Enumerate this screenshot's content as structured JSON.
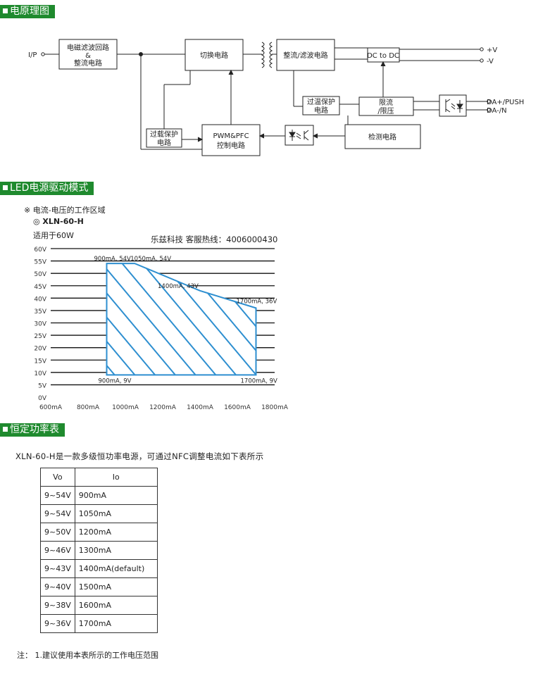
{
  "sections": {
    "block_diagram": "电原理图",
    "led_mode": "LED电源驱动模式",
    "const_power": "恒定功率表"
  },
  "block_diagram": {
    "input": "I/P",
    "emi": [
      "电磁滤波回路",
      "&",
      "整流电路"
    ],
    "switch": "切换电路",
    "rect_filter": "整流/滤波电路",
    "dcdc": "DC to DC",
    "out_pos": "+V",
    "out_neg": "-V",
    "otp": [
      "过温保护",
      "电路"
    ],
    "limit": [
      "限流",
      "/限压"
    ],
    "da_pos": "DA+/PUSH",
    "da_neg": "DA-/N",
    "olp": [
      "过载保护",
      "电路"
    ],
    "pwm": [
      "PWM&PFC",
      "控制电路"
    ],
    "detect": "检测电路"
  },
  "operating_area": {
    "note": "※ 电流-电压的工作区域",
    "model": "◎  XLN-60-H",
    "applies": "适用于60W",
    "contact": "乐兹科技 客服热线：4006000430"
  },
  "chart_data": {
    "type": "area",
    "title": "",
    "xlabel": "",
    "ylabel": "",
    "x_ticks": [
      "600mA",
      "800mA",
      "1000mA",
      "1200mA",
      "1400mA",
      "1600mA",
      "1800mA"
    ],
    "y_ticks": [
      "0V",
      "5V",
      "10V",
      "15V",
      "20V",
      "25V",
      "30V",
      "35V",
      "40V",
      "45V",
      "50V",
      "55V",
      "60V"
    ],
    "xlim": [
      600,
      1800
    ],
    "ylim": [
      0,
      60
    ],
    "region": [
      {
        "x": 900,
        "y": 54
      },
      {
        "x": 1050,
        "y": 54
      },
      {
        "x": 1400,
        "y": 43
      },
      {
        "x": 1700,
        "y": 36
      },
      {
        "x": 1700,
        "y": 9
      },
      {
        "x": 900,
        "y": 9
      }
    ],
    "annotations": [
      {
        "x": 900,
        "y": 54,
        "text": "900mA, 54V"
      },
      {
        "x": 1050,
        "y": 54,
        "text": "1050mA, 54V"
      },
      {
        "x": 1400,
        "y": 43,
        "text": "1400mA, 43V"
      },
      {
        "x": 1700,
        "y": 36,
        "text": "1700mA, 36V"
      },
      {
        "x": 900,
        "y": 9,
        "text": "900mA, 9V"
      },
      {
        "x": 1700,
        "y": 9,
        "text": "1700mA, 9V"
      }
    ],
    "fill_color": "#2e8fd0",
    "grid": true
  },
  "power_table": {
    "intro": "XLN-60-H是一款多级恒功率电源，可通过NFC调整电流如下表所示",
    "headers": [
      "Vo",
      "Io"
    ],
    "rows": [
      [
        "9~54V",
        "900mA"
      ],
      [
        "9~54V",
        "1050mA"
      ],
      [
        "9~50V",
        "1200mA"
      ],
      [
        "9~46V",
        "1300mA"
      ],
      [
        "9~43V",
        "1400mA(default)"
      ],
      [
        "9~40V",
        "1500mA"
      ],
      [
        "9~38V",
        "1600mA"
      ],
      [
        "9~36V",
        "1700mA"
      ]
    ]
  },
  "footnote": "注：  1.建议使用本表所示的工作电压范围"
}
